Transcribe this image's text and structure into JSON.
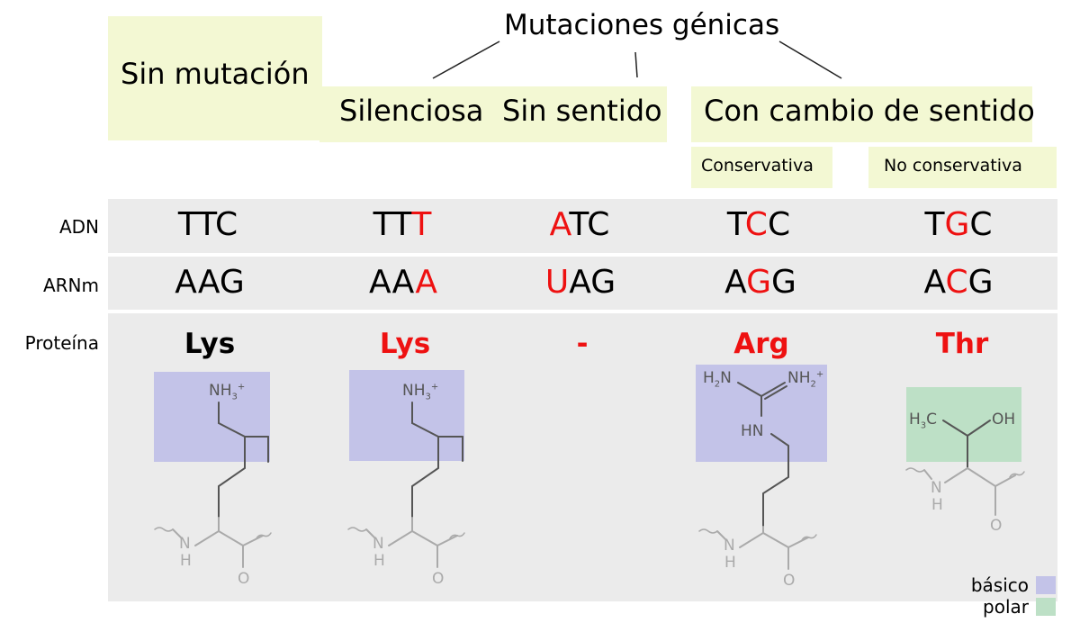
{
  "header": {
    "title": "Mutaciones génicas",
    "no_mutation": "Sin mutación",
    "silent": "Silenciosa",
    "nonsense": "Sin sentido",
    "missense": "Con cambio de sentido",
    "conservative": "Conservativa",
    "nonconservative": "No conservativa"
  },
  "row_labels": {
    "dna": "ADN",
    "mrna": "ARNm",
    "protein": "Proteína"
  },
  "columns": [
    {
      "dna": [
        "TTC",
        ""
      ],
      "mrna": [
        "AAG",
        ""
      ],
      "dna_mut": "",
      "mrna_mut": "",
      "protein": "Lys"
    },
    {
      "dna": [
        "TT",
        "T"
      ],
      "mrna": [
        "AA",
        "A"
      ],
      "protein": "Lys"
    },
    {
      "dna": [
        "A",
        "TC"
      ],
      "mrna": [
        "U",
        "AG"
      ],
      "protein": "-"
    },
    {
      "dna": [
        "T",
        "C",
        "C"
      ],
      "mrna": [
        "A",
        "G",
        "G"
      ],
      "protein": "Arg"
    },
    {
      "dna": [
        "T",
        "G",
        "C"
      ],
      "mrna": [
        "A",
        "C",
        "G"
      ],
      "protein": "Thr"
    }
  ],
  "molecule_labels": {
    "nh3": "NH",
    "sub3": "3",
    "sup_plus": "+",
    "nh": "N",
    "h": "H",
    "o": "O",
    "h2n": "H",
    "sub2": "2",
    "n": "N",
    "nh2": "NH",
    "hn": "HN",
    "h3c": "H",
    "c": "C",
    "oh": "OH"
  },
  "legend": {
    "basic": "básico",
    "polar": "polar"
  },
  "colors": {
    "mutation": "#ee1111",
    "basic": "#c3c3e8",
    "polar": "#bde0c6",
    "header_bg": "#f3f8d3",
    "row_bg": "#ebebeb"
  }
}
